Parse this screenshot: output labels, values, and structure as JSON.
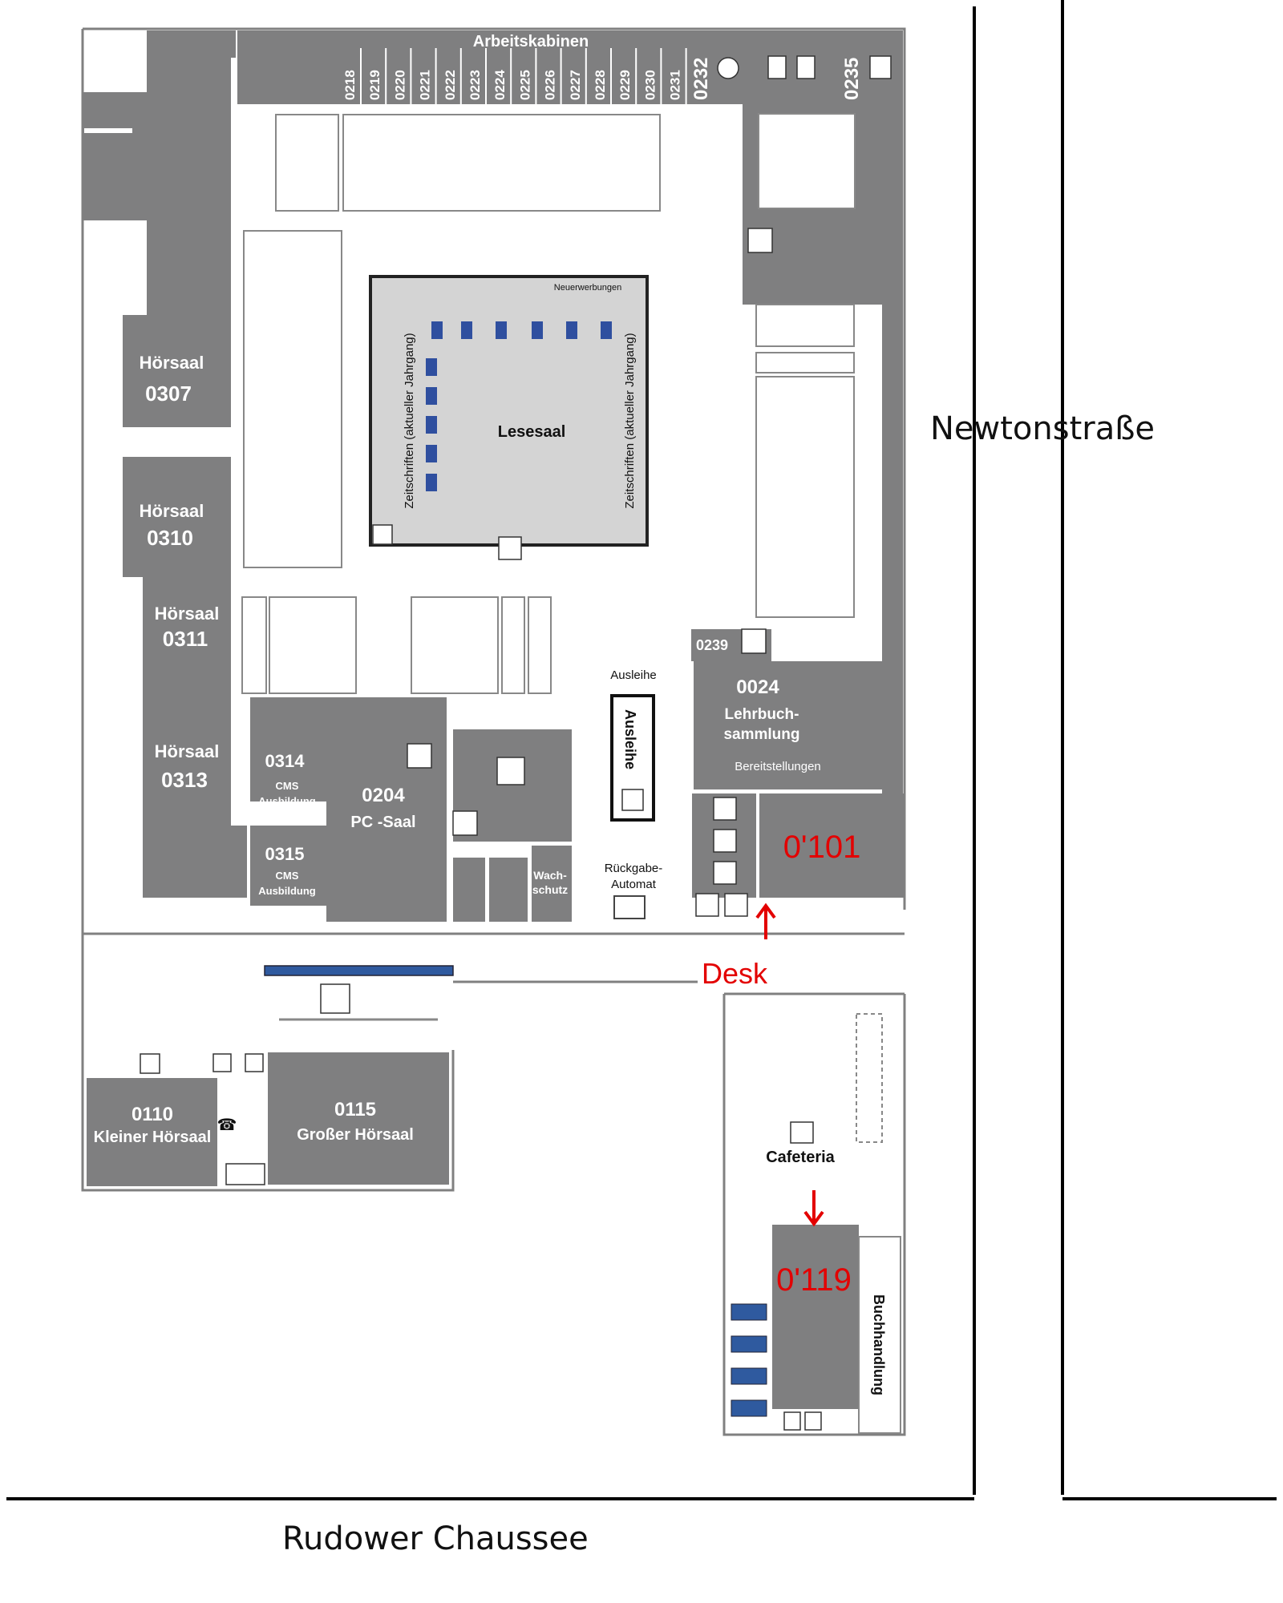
{
  "streets": {
    "newton": "Newtonstraße",
    "rudower": "Rudower Chaussee"
  },
  "top": {
    "arbeitskabinen": "Arbeitskabinen",
    "cabins": [
      "0218",
      "0219",
      "0220",
      "0221",
      "0222",
      "0223",
      "0224",
      "0225",
      "0226",
      "0227",
      "0228",
      "0229",
      "0230",
      "0231"
    ],
    "r232": "0232",
    "r235": "0235"
  },
  "lesesaal": {
    "title": "Lesesaal",
    "neu": "Neuerwerbungen",
    "zeit_left": "Zeitschriften (aktueller Jahrgang)",
    "zeit_right": "Zeitschriften (aktueller Jahrgang)"
  },
  "hoersaal_word": "Hörsaal",
  "rooms": {
    "r307": "0307",
    "r310": "0310",
    "r311": "0311",
    "r313": "0313",
    "r314": "0314",
    "r315": "0315",
    "cms": "CMS",
    "ausbildung": "Ausbildung",
    "r204": "0204",
    "pcsaal": "PC -Saal",
    "wach": "Wach-",
    "schutz": "schutz",
    "r239": "0239",
    "r024": "0024",
    "lehrbuch": "Lehrbuch-",
    "sammlung": "sammlung",
    "bereit": "Bereitstellungen",
    "r101": "0'101",
    "r110": "0110",
    "kleiner": "Kleiner Hörsaal",
    "r115": "0115",
    "grosser": "Großer  Hörsaal",
    "r119": "0'119",
    "buchhandlung": "Buchhandlung",
    "cafeteria": "Cafeteria"
  },
  "ausleihe": {
    "label": "Ausleihe",
    "counter": "Ausleihe"
  },
  "rueckgabe": {
    "line1": "Rückgabe-",
    "line2": "Automat"
  },
  "annotations": {
    "desk": "Desk"
  },
  "colors": {
    "room": "#7f7f80",
    "highlight": "#e30000",
    "seat": "#2f4f9f",
    "lesesaal": "#d4d4d4"
  }
}
